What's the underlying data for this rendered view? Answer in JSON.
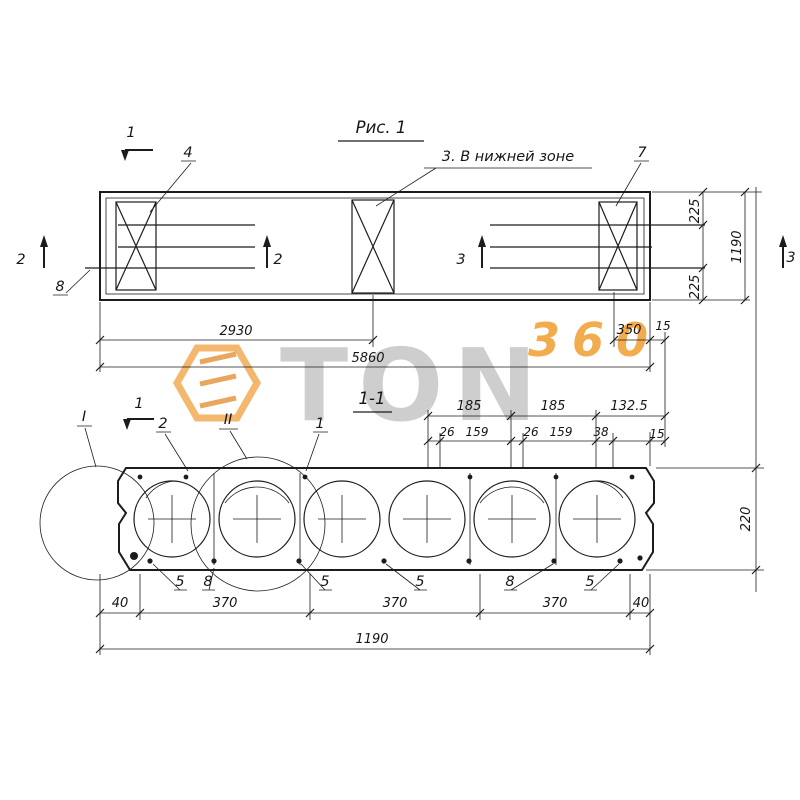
{
  "figure": {
    "title": "Рис. 1",
    "section_label": "1-1"
  },
  "plan": {
    "cuts": {
      "c1": "1",
      "c2a": "2",
      "c2b": "2",
      "c3a": "3",
      "c3b": "3"
    },
    "callouts": {
      "p4": "4",
      "p7": "7",
      "p8": "8",
      "note3": "3. В нижней зоне"
    },
    "dims": {
      "w_half": "2930",
      "w_total": "5860",
      "d350": "350",
      "d15": "15",
      "d225_top": "225",
      "d225_bot": "225",
      "d1190": "1190"
    }
  },
  "section": {
    "cut": "1",
    "details": {
      "I": "I",
      "II": "II"
    },
    "callouts": {
      "p1": "1",
      "p2": "2"
    },
    "bottom_marks": [
      "5",
      "8",
      "5",
      "5",
      "8",
      "5"
    ],
    "dims_top_row1": [
      "185",
      "185",
      "132.5"
    ],
    "dims_top_row2": [
      "26",
      "159",
      "26",
      "159",
      "38",
      "15"
    ],
    "dims_bottom": [
      "40",
      "370",
      "370",
      "370",
      "40"
    ],
    "dim_total": "1190",
    "d220": "220"
  },
  "watermark": {
    "brand_letters": "TON",
    "number": "360"
  },
  "colors": {
    "ink": "#1c1c1c",
    "accent_orange": "#f0a03c",
    "watermark_gray": "#9f9f9f"
  }
}
